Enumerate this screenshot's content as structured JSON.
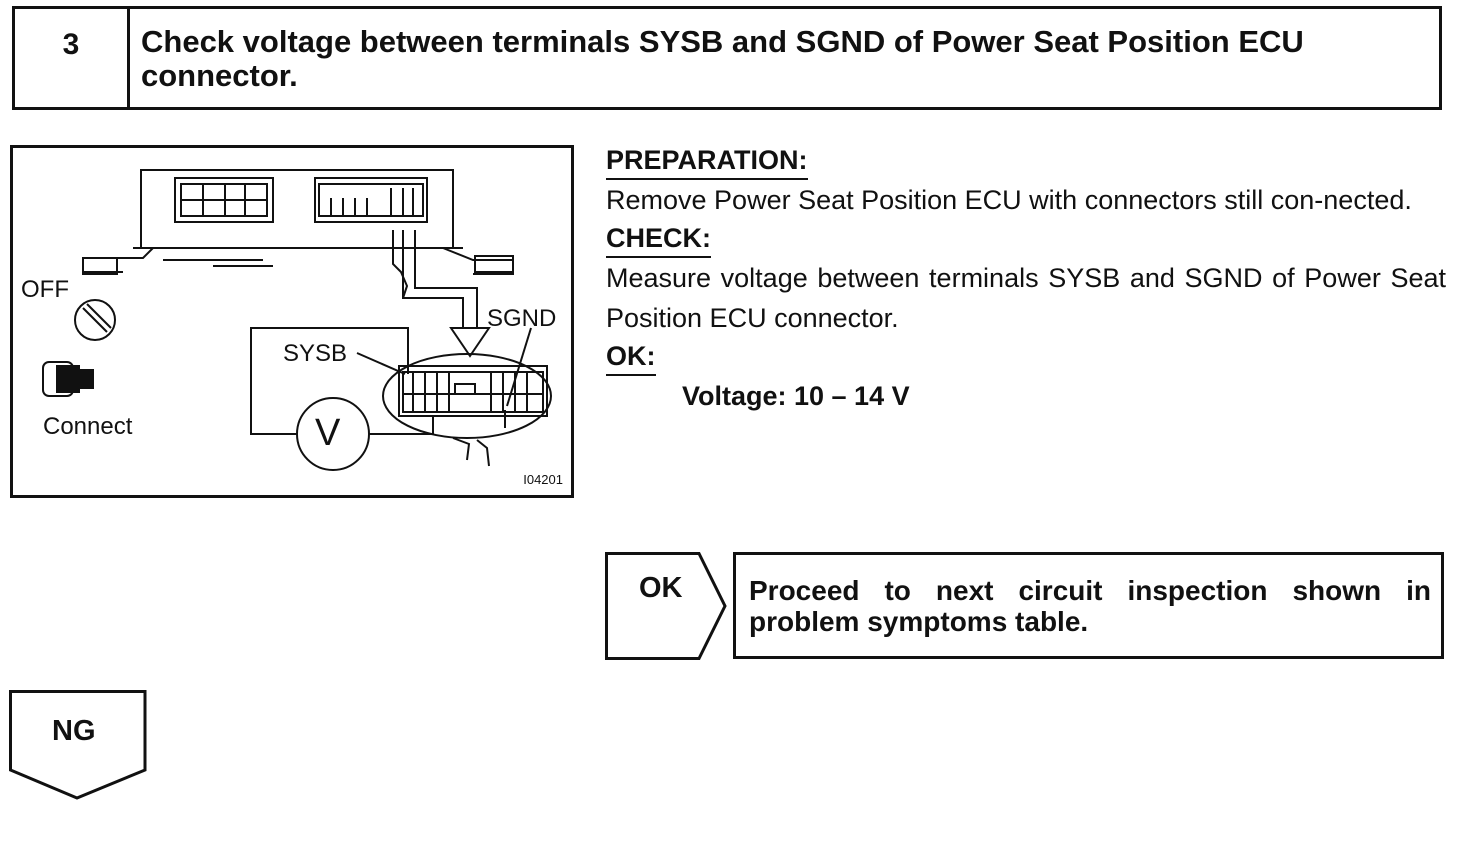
{
  "step": {
    "number": "3",
    "title": "Check voltage between terminals SYSB and SGND of Power Seat Position ECU connector."
  },
  "figure": {
    "labels": {
      "off": "OFF",
      "connect": "Connect",
      "sgnd": "SGND",
      "sysb": "SYSB",
      "meter": "V"
    },
    "id": "I04201"
  },
  "instructions": {
    "preparation_heading": "PREPARATION:",
    "preparation_text": "Remove Power Seat Position ECU with connectors still con-nected.",
    "check_heading": "CHECK:",
    "check_text": "Measure voltage between terminals SYSB and SGND of Power Seat Position ECU connector.",
    "ok_heading": "OK:",
    "ok_value": "Voltage: 10 – 14 V"
  },
  "outcomes": {
    "ok_label": "OK",
    "ok_action": "Proceed to next circuit inspection shown in problem symptoms table.",
    "ng_label": "NG"
  }
}
